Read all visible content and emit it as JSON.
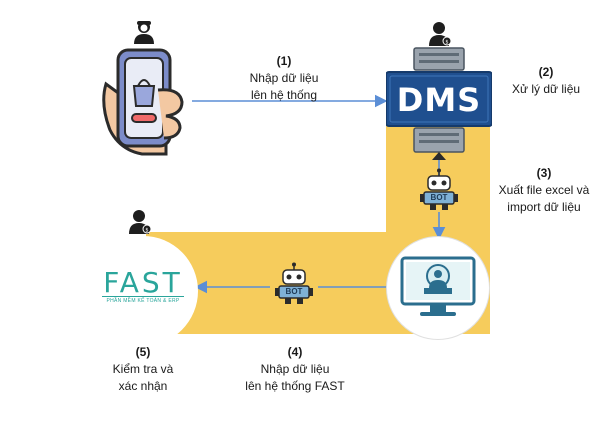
{
  "colors": {
    "band": "#f6cc5c",
    "arrow": "#5b8ed6",
    "dms_blue": "#1f4f8f",
    "fast_teal": "#2aa59b",
    "robot": "#4d8fb5"
  },
  "icons": [
    "user-icon",
    "phone-shopping-icon",
    "dms-server-icon",
    "bot-robot-icon",
    "monitor-user-icon",
    "fast-logo"
  ],
  "dms": {
    "text": "DMS"
  },
  "fast": {
    "text": "FAST",
    "tagline": "PHẦN MỀM KẾ TOÁN & ERP"
  },
  "bot": {
    "text": "BOT"
  },
  "steps": [
    {
      "num": "(1)",
      "lines": [
        "Nhập dữ liệu",
        "lên hệ thống"
      ]
    },
    {
      "num": "(2)",
      "lines": [
        "Xử lý dữ liệu"
      ]
    },
    {
      "num": "(3)",
      "lines": [
        "Xuất file excel và",
        "import dữ liệu"
      ]
    },
    {
      "num": "(4)",
      "lines": [
        "Nhập dữ liệu",
        "lên hệ thống FAST"
      ]
    },
    {
      "num": "(5)",
      "lines": [
        "Kiểm tra và",
        "xác nhận"
      ]
    }
  ]
}
